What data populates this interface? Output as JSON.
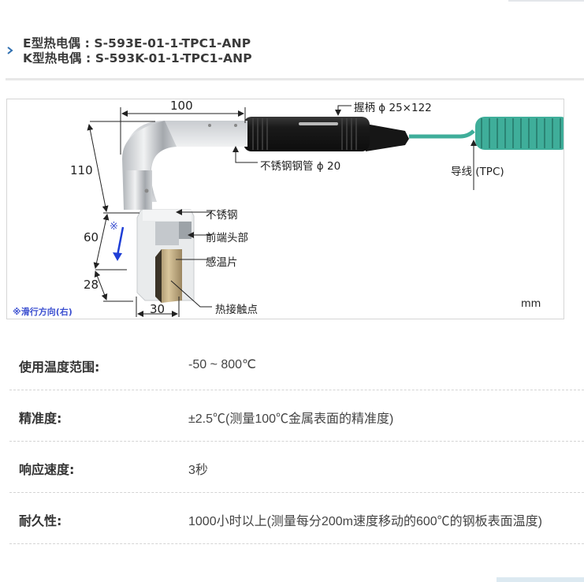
{
  "header": {
    "models": [
      {
        "type": "E型热电偶",
        "separator": " : ",
        "code": "S-593E-01-1-TPC1-ANP"
      },
      {
        "type": "K型热电偶",
        "separator": " : ",
        "code": "S-593K-01-1-TPC1-ANP"
      }
    ],
    "chevron_color": "#2f6fb0"
  },
  "diagram": {
    "dimensions": {
      "horizontal": "100",
      "vertical_main": "110",
      "head_upper": "60",
      "head_lower": "28",
      "head_width": "30"
    },
    "callouts": {
      "grip": "握柄 ϕ 25×122",
      "tube": "不锈钢钢管 ϕ 20",
      "lead": "导线 (TPC)",
      "stainless": "不锈钢",
      "front_head": "前端头部",
      "sensor_plate": "感温片",
      "hot_junction": "热接触点"
    },
    "note_mark": "※",
    "note": "※滑行方向(右)",
    "unit": "mm",
    "colors": {
      "note_blue": "#3b4fd0",
      "arrow_blue": "#1f3fd6",
      "cable_green": "#3fae9a",
      "handle_black": "#1a1a1a"
    }
  },
  "specs": [
    {
      "label": "使用温度范围:",
      "value": "-50 ~ 800℃"
    },
    {
      "label": "精准度:",
      "value": "±2.5℃(测量100℃金属表面的精准度)"
    },
    {
      "label": "响应速度:",
      "value": "3秒"
    },
    {
      "label": "耐久性:",
      "value": "1000小时以上(测量每分200m速度移动的600℃的钢板表面温度)"
    }
  ]
}
